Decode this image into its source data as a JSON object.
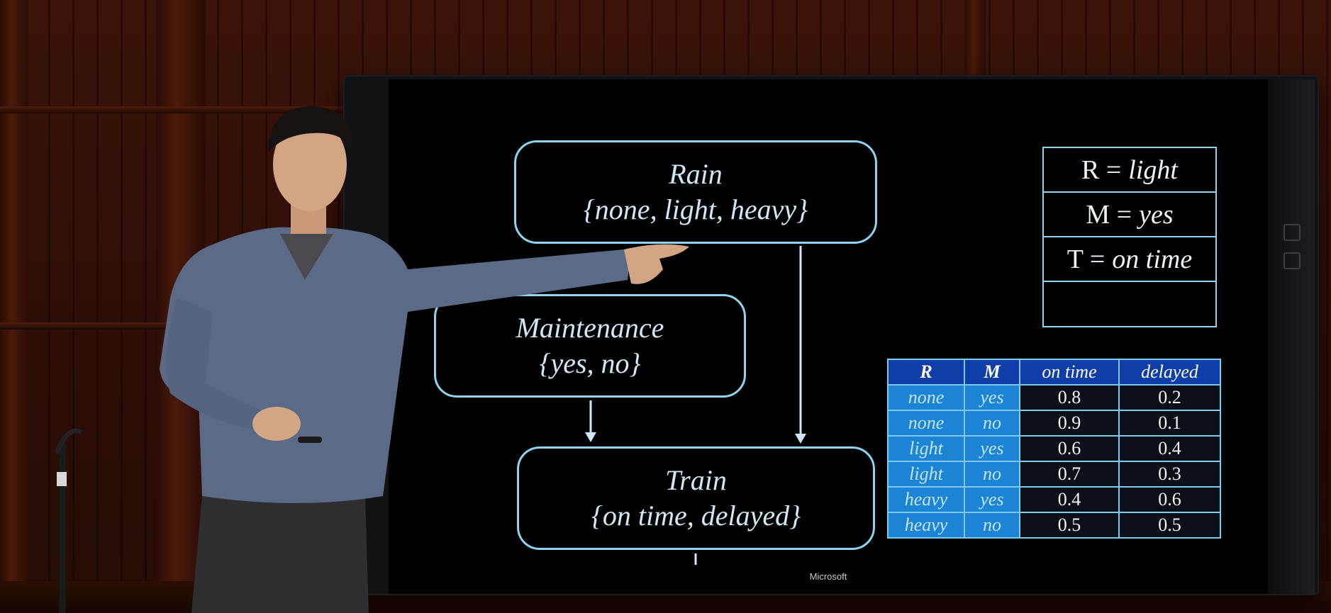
{
  "scene": {
    "display_brand": "Microsoft"
  },
  "diagram": {
    "rain": {
      "name": "Rain",
      "domain": "{none, light, heavy}"
    },
    "maintenance": {
      "name": "Maintenance",
      "domain": "{yes, no}"
    },
    "train": {
      "name": "Train",
      "domain": "{on time, delayed}"
    }
  },
  "evidence": [
    {
      "var": "R =",
      "value": "light"
    },
    {
      "var": "M =",
      "value": "yes"
    },
    {
      "var": "T =",
      "value": "on time"
    },
    {
      "var": "",
      "value": ""
    }
  ],
  "cpt": {
    "headers": [
      "R",
      "M",
      "on time",
      "delayed"
    ],
    "rows": [
      [
        "none",
        "yes",
        "0.8",
        "0.2"
      ],
      [
        "none",
        "no",
        "0.9",
        "0.1"
      ],
      [
        "light",
        "yes",
        "0.6",
        "0.4"
      ],
      [
        "light",
        "no",
        "0.7",
        "0.3"
      ],
      [
        "heavy",
        "yes",
        "0.4",
        "0.6"
      ],
      [
        "heavy",
        "no",
        "0.5",
        "0.5"
      ]
    ]
  },
  "colors": {
    "node_border": "#8ed4f0",
    "table_header": "#0f3ea8",
    "table_key_cells": "#1c84d4",
    "screen_background": "#000000",
    "wall": "#3b1409"
  }
}
